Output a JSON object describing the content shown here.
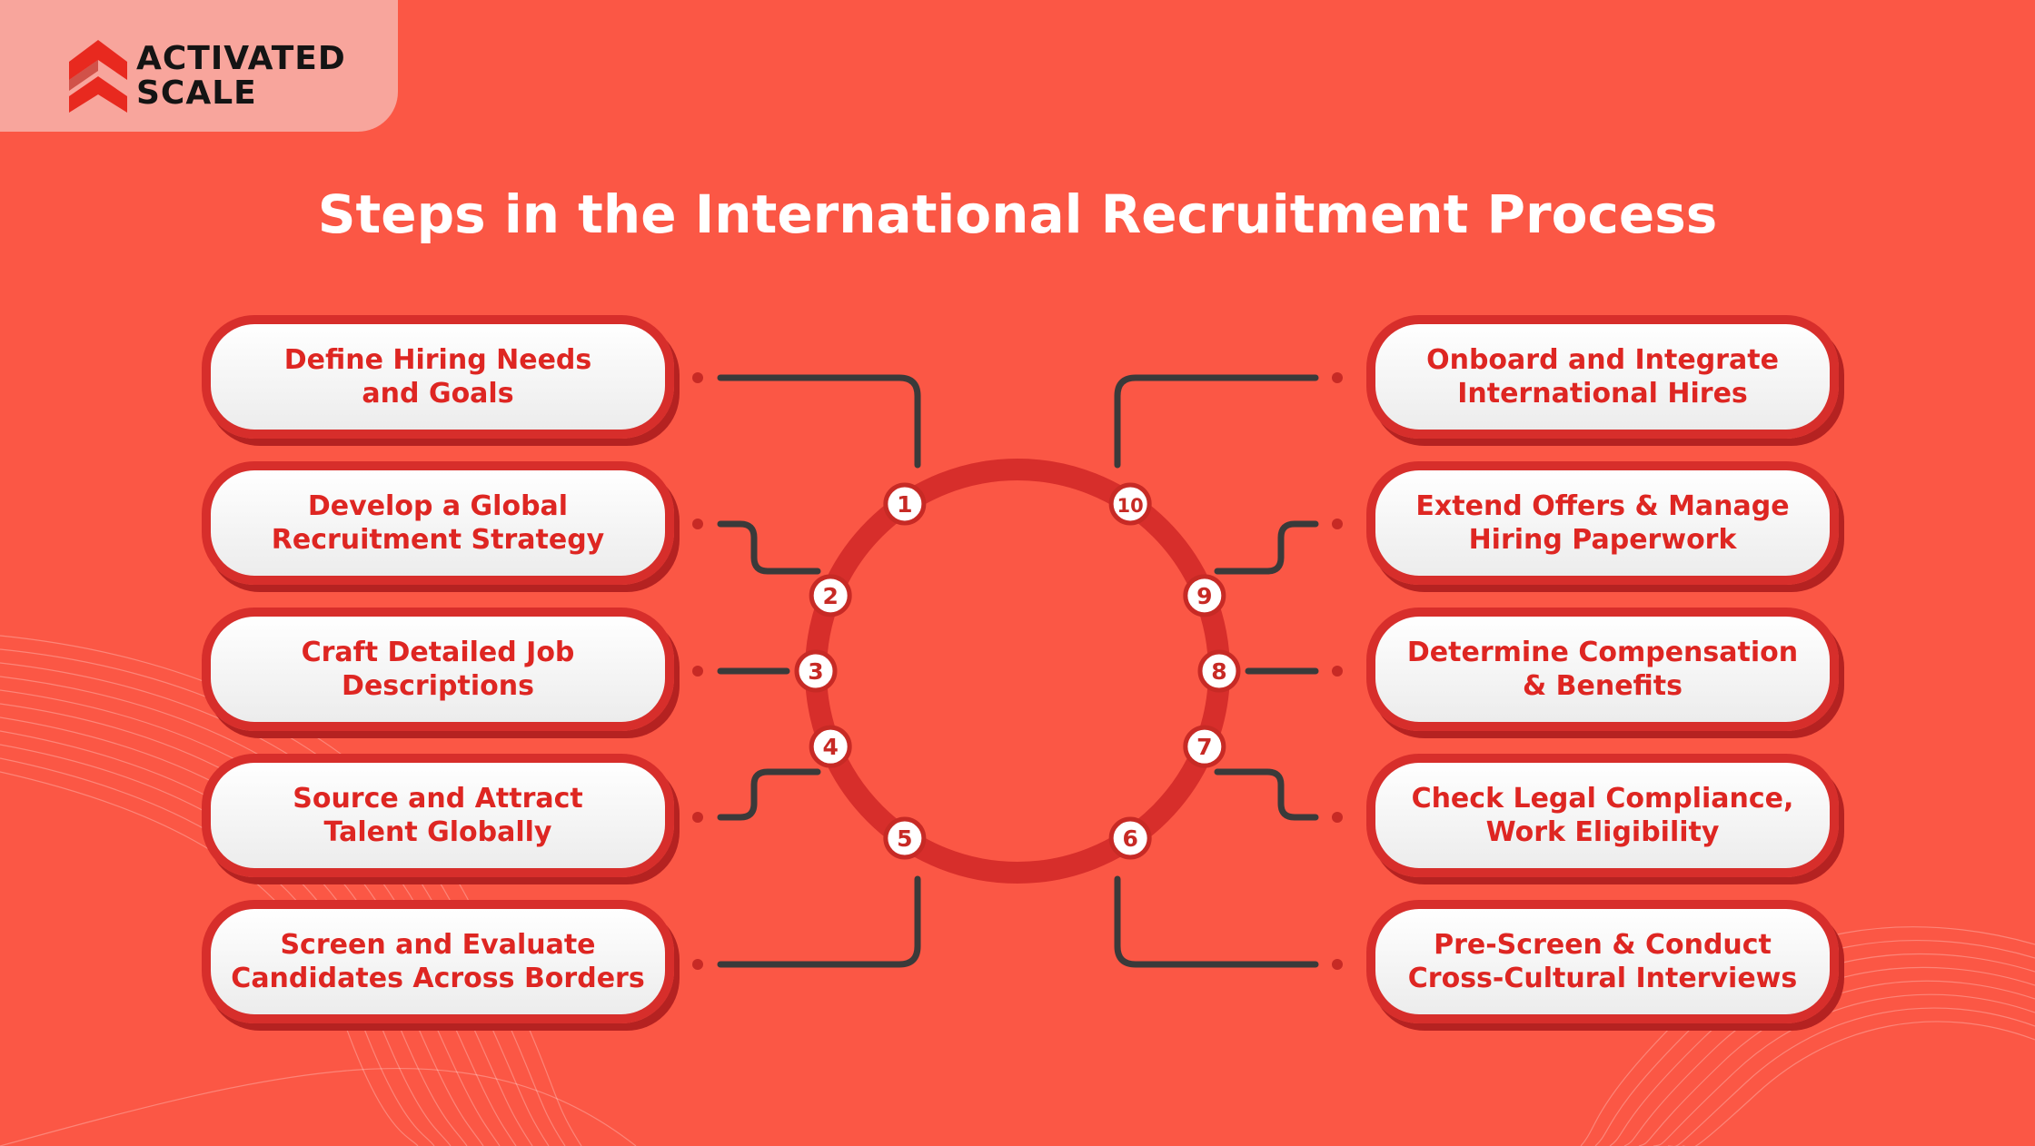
{
  "brand": {
    "line1": "ACTIVATED",
    "line2": "SCALE"
  },
  "title": "Steps in the International Recruitment Process",
  "steps": [
    {
      "number": "1",
      "label": "Define Hiring Needs\nand Goals"
    },
    {
      "number": "2",
      "label": "Develop a Global\nRecruitment Strategy"
    },
    {
      "number": "3",
      "label": "Craft Detailed Job\nDescriptions"
    },
    {
      "number": "4",
      "label": "Source and Attract\nTalent Globally"
    },
    {
      "number": "5",
      "label": "Screen and Evaluate\nCandidates Across Borders"
    },
    {
      "number": "6",
      "label": "Pre-Screen & Conduct\nCross-Cultural Interviews"
    },
    {
      "number": "7",
      "label": "Check Legal Compliance,\nWork Eligibility"
    },
    {
      "number": "8",
      "label": "Determine Compensation\n& Benefits"
    },
    {
      "number": "9",
      "label": "Extend Offers & Manage\nHiring Paperwork"
    },
    {
      "number": "10",
      "label": "Onboard and Integrate\nInternational Hires"
    }
  ],
  "colors": {
    "background": "#FB5745",
    "ring": "#D72E2B",
    "connector": "#3A3A3A",
    "pill_text": "#DE2622"
  }
}
